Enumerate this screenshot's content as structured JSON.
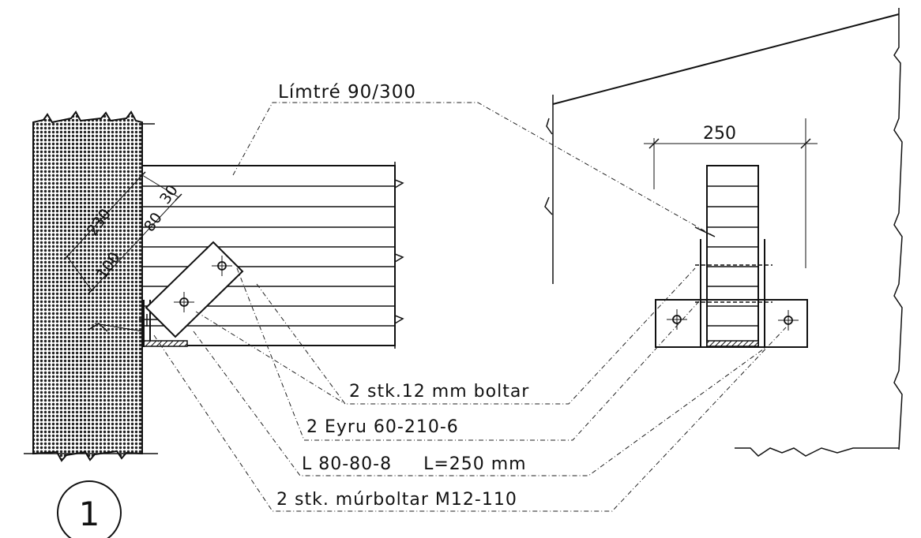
{
  "labels": {
    "beam": "Límtré 90/300",
    "width_dim": "250",
    "bolts": "2 stk.12 mm boltar",
    "stirrup": "2 Eyru  60-210-6",
    "angle": "L 80-80-8     L=250 mm",
    "wall_bolts": "2 stk. múrboltar  M12-110",
    "detail_number": "1",
    "dim_230": "230",
    "dim_80": "80",
    "dim_30": "30",
    "dim_100": "100"
  }
}
